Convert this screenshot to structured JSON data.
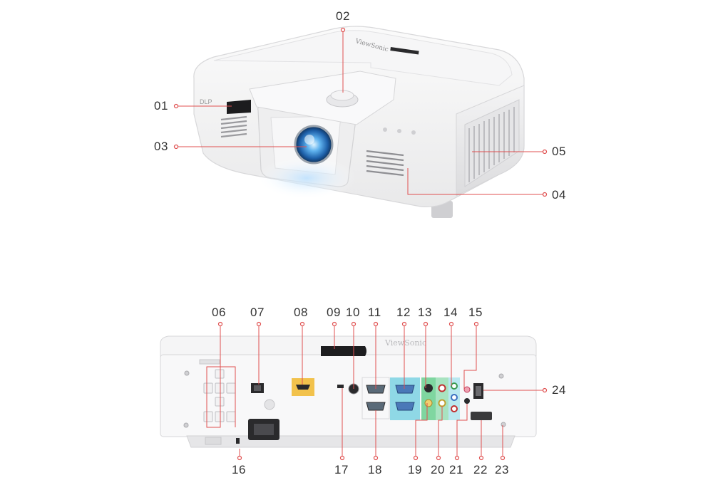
{
  "callouts": {
    "c01": "01",
    "c02": "02",
    "c03": "03",
    "c04": "04",
    "c05": "05",
    "c06": "06",
    "c07": "07",
    "c08": "08",
    "c09": "09",
    "c10": "10",
    "c11": "11",
    "c12": "12",
    "c13": "13",
    "c14": "14",
    "c15": "15",
    "c16": "16",
    "c17": "17",
    "c18": "18",
    "c19": "19",
    "c20": "20",
    "c21": "21",
    "c22": "22",
    "c23": "23",
    "c24": "24"
  },
  "brand": "ViewSonic",
  "colors": {
    "callout_line": "#e05050",
    "hdmi_highlight": "#f2c24c",
    "vga_highlight": "#8fd8e6",
    "video_highlight": "#7fd6a0",
    "lens": "#3a8fd8"
  }
}
